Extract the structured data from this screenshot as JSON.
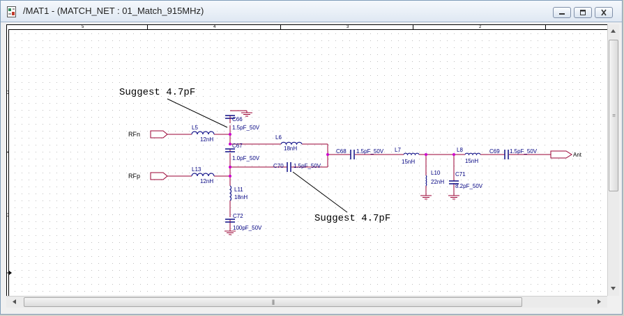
{
  "window": {
    "title": "/MAT1 - (MATCH_NET : 01_Match_915MHz)",
    "icon": "schematic-document-icon"
  },
  "controls": {
    "minimize_icon": "minimize-icon",
    "restore_icon": "restore-icon",
    "close_icon": "close-icon"
  },
  "border": {
    "zones_top": [
      "5",
      "4",
      "3",
      "2"
    ],
    "zones_left": [
      "D",
      "C"
    ]
  },
  "schematic": {
    "ports": [
      {
        "id": "rfn",
        "label": "RFn"
      },
      {
        "id": "rfp",
        "label": "RFp"
      },
      {
        "id": "ant",
        "label": "Ant"
      }
    ],
    "components": [
      {
        "id": "C66",
        "ref": "C66",
        "value": "1.5pF_50V",
        "kind": "capacitor"
      },
      {
        "id": "C67",
        "ref": "C67",
        "value": "1.0pF_50V",
        "kind": "capacitor"
      },
      {
        "id": "C72",
        "ref": "C72",
        "value": "100pF_50V",
        "kind": "capacitor"
      },
      {
        "id": "C70",
        "ref": "C70",
        "value": "1.5pF_50V",
        "kind": "capacitor"
      },
      {
        "id": "C68",
        "ref": "C68",
        "value": "1.5pF_50V",
        "kind": "capacitor"
      },
      {
        "id": "C71",
        "ref": "C71",
        "value": "8.2pF_50V",
        "kind": "capacitor"
      },
      {
        "id": "C69",
        "ref": "C69",
        "value": "1.5pF_50V",
        "kind": "capacitor"
      },
      {
        "id": "L5",
        "ref": "L5",
        "value": "12nH",
        "kind": "inductor"
      },
      {
        "id": "L13",
        "ref": "L13",
        "value": "12nH",
        "kind": "inductor"
      },
      {
        "id": "L6",
        "ref": "L6",
        "value": "18nH",
        "kind": "inductor"
      },
      {
        "id": "L11",
        "ref": "L11",
        "value": "18nH",
        "kind": "inductor"
      },
      {
        "id": "L7",
        "ref": "L7",
        "value": "15nH",
        "kind": "inductor"
      },
      {
        "id": "L10",
        "ref": "L10",
        "value": "22nH",
        "kind": "inductor"
      },
      {
        "id": "L8",
        "ref": "L8",
        "value": "15nH",
        "kind": "inductor"
      }
    ],
    "annotations": [
      {
        "id": "note1",
        "text": "Suggest 4.7pF"
      },
      {
        "id": "note2",
        "text": "Suggest 4.7pF"
      }
    ]
  },
  "colors": {
    "wire": "#990033",
    "part": "#1a1a8c",
    "label": "#000080",
    "grid": "#c8c8c8",
    "junction": "#cc00cc"
  }
}
